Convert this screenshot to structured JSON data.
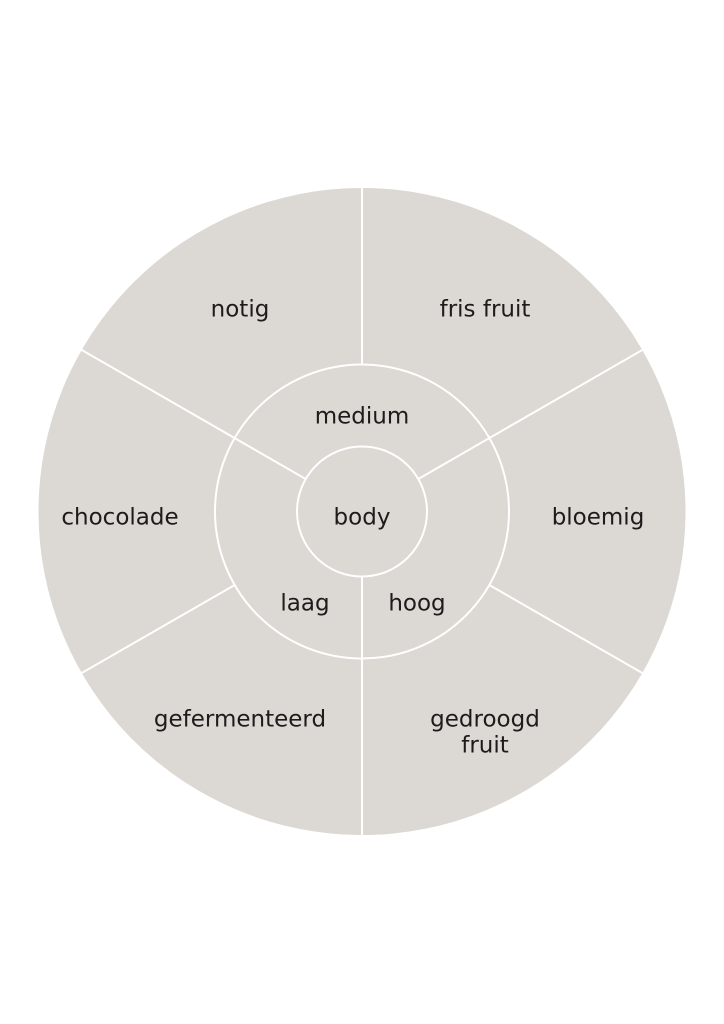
{
  "diagram": {
    "type": "flavor-wheel",
    "colors": {
      "fill": "#dcd8d3",
      "lines": "#ffffff",
      "text": "#1c1c1c",
      "background": "#ffffff"
    },
    "center": {
      "label": "body"
    },
    "middle_ring": [
      {
        "label": "medium"
      },
      {
        "label": "laag"
      },
      {
        "label": "hoog"
      }
    ],
    "outer_ring": [
      {
        "label": "notig"
      },
      {
        "label": "fris fruit"
      },
      {
        "label": "bloemig"
      },
      {
        "label": "gedroogd",
        "label2": "fruit"
      },
      {
        "label": "gefermenteerd"
      },
      {
        "label": "chocolade"
      }
    ]
  }
}
